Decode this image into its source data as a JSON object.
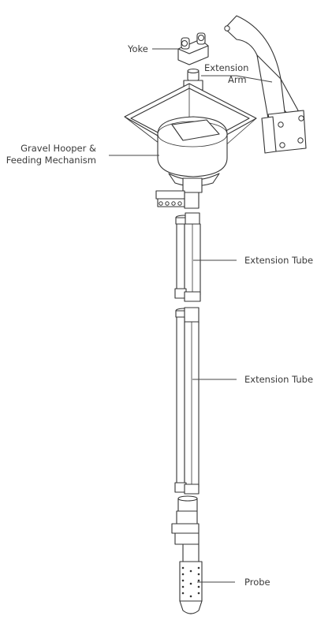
{
  "labels": {
    "yoke": "Yoke",
    "extension_arm_line1": "Extension",
    "extension_arm_line2": "Arm",
    "gravel_hopper_line1": "Gravel Hooper &",
    "gravel_hopper_line2": "Feeding Mechanism",
    "extension_tube_upper": "Extension Tube",
    "extension_tube_lower": "Extension Tube",
    "probe": "Probe"
  },
  "colors": {
    "line": "#333333",
    "label": "#3a3a3a",
    "background": "#ffffff"
  }
}
